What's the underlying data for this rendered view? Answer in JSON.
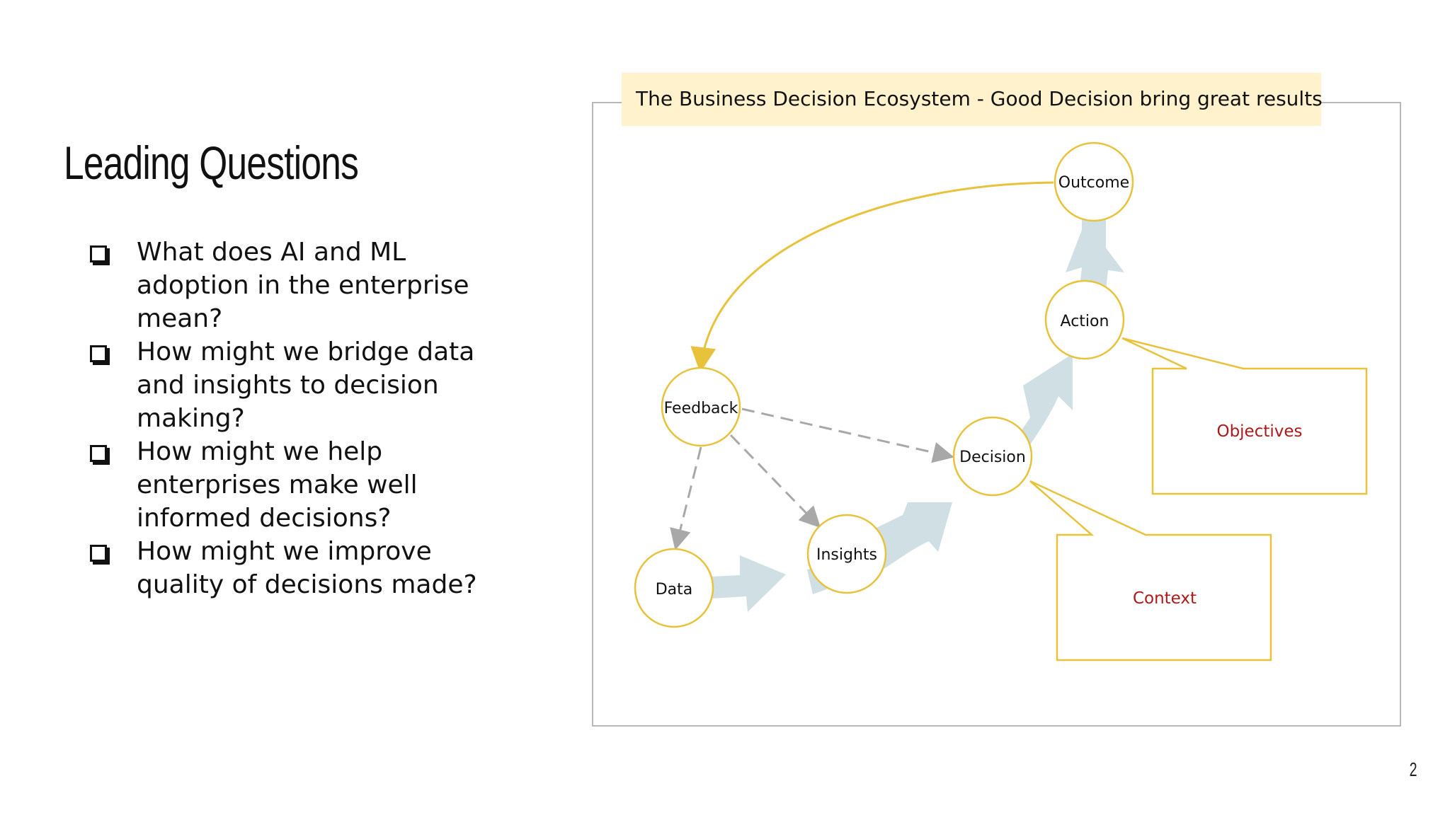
{
  "slide": {
    "title": "Leading Questions",
    "bullets": [
      "What does AI and ML adoption in the enterprise mean?",
      "How might we bridge data and insights to decision making?",
      "How might we help enterprises make well informed decisions?",
      "How might we improve quality of decisions made?"
    ],
    "page_number": "2"
  },
  "diagram": {
    "banner": "The Business Decision Ecosystem - Good Decision bring great results",
    "nodes": {
      "outcome": "Outcome",
      "action": "Action",
      "feedback": "Feedback",
      "decision": "Decision",
      "insights": "Insights",
      "data": "Data"
    },
    "callouts": {
      "objectives": "Objectives",
      "context": "Context"
    }
  },
  "colors": {
    "node_stroke": "#e8c23a",
    "banner_bg": "#fff2cc",
    "flow_arrow": "#cfdfe3",
    "dashed_arrow": "#a8a8a8",
    "callout_text": "#b01818",
    "frame": "#b8b8b8"
  }
}
